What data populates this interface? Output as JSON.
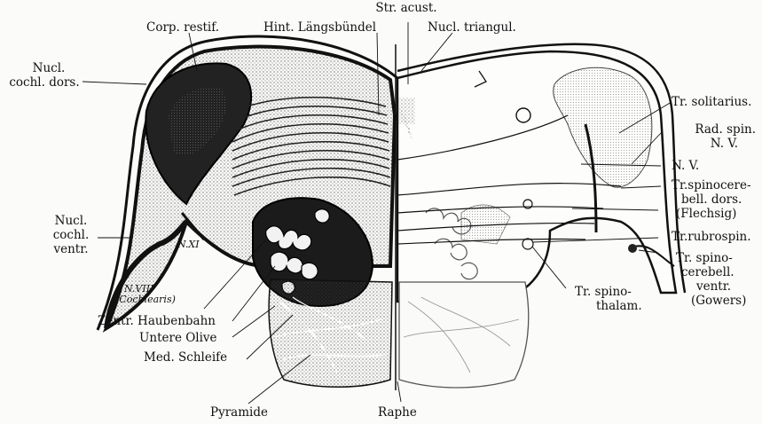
{
  "labels": {
    "str_acust": "Str. acust.",
    "corp_restif": "Corp. restif.",
    "hint_laengsbuendel": "Hint. Längsbündel",
    "nucl_triangul": "Nucl. triangul.",
    "nucl_cochl_dors_1": "Nucl.",
    "nucl_cochl_dors_2": "cochl. dors.",
    "nucl_cochl_ventr_1": "Nucl.",
    "nucl_cochl_ventr_2": "cochl.",
    "nucl_cochl_ventr_3": "ventr.",
    "n_xi": "N.XI",
    "n_viii_1": "N.VIII",
    "n_viii_2": "(Cochlearis)",
    "zentr_haubenbahn": "Zentr. Haubenbahn",
    "untere_olive": "Untere Olive",
    "med_schleife": "Med. Schleife",
    "pyramide": "Pyramide",
    "raphe": "Raphe",
    "tr_solitarius": "Tr. solitarius.",
    "rad_spin_1": "Rad. spin.",
    "rad_spin_2": "N. V.",
    "n_v": "N. V.",
    "tr_spinocerebell_dors_1": "Tr.spinocere-",
    "tr_spinocerebell_dors_2": "bell. dors.",
    "tr_spinocerebell_dors_3": "(Flechsig)",
    "tr_rubrospin": "Tr.rubrospin.",
    "tr_spinocerebell_ventr_1": "Tr. spino-",
    "tr_spinocerebell_ventr_2": "cerebell.",
    "tr_spinocerebell_ventr_3": "ventr.",
    "tr_spinocerebell_ventr_4": "(Gowers)",
    "tr_spinothalam_1": "Tr. spino-",
    "tr_spinothalam_2": "thalam."
  }
}
